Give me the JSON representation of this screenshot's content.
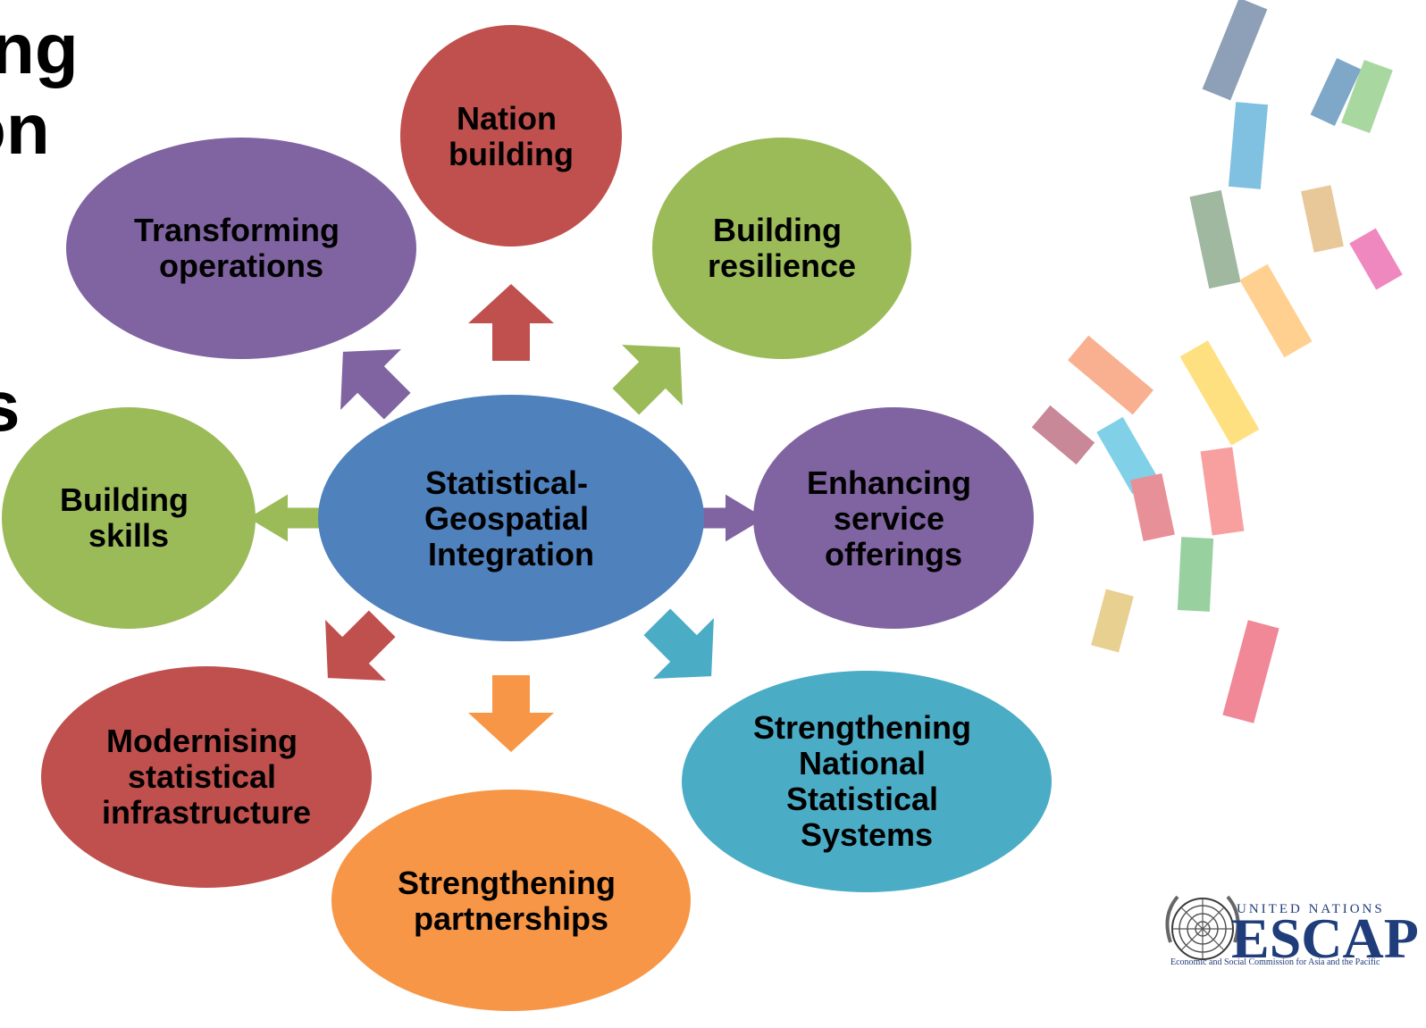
{
  "title_fragments": [
    "ng",
    "on",
    "s"
  ],
  "center": {
    "lines": [
      "Statistical-",
      "Geospatial",
      "Integration"
    ],
    "color": "#4f81bd"
  },
  "nodes": [
    {
      "id": "nation-building",
      "lines": [
        "Nation",
        "building"
      ],
      "color": "#c0504d",
      "arrow_color": "#c0504d"
    },
    {
      "id": "building-resilience",
      "lines": [
        "Building",
        "resilience"
      ],
      "color": "#9bbb59",
      "arrow_color": "#9bbb59"
    },
    {
      "id": "enhancing-service-offerings",
      "lines": [
        "Enhancing",
        "service",
        "offerings"
      ],
      "color": "#8064a2",
      "arrow_color": "#8064a2"
    },
    {
      "id": "strengthening-nss",
      "lines": [
        "Strengthening",
        "National",
        "Statistical",
        "Systems"
      ],
      "color": "#4bacc6",
      "arrow_color": "#4bacc6"
    },
    {
      "id": "strengthening-partnerships",
      "lines": [
        "Strengthening",
        "partnerships"
      ],
      "color": "#f79646",
      "arrow_color": "#f79646"
    },
    {
      "id": "modernising-infrastructure",
      "lines": [
        "Modernising",
        "statistical",
        "infrastructure"
      ],
      "color": "#c0504d",
      "arrow_color": "#c0504d"
    },
    {
      "id": "building-skills",
      "lines": [
        "Building",
        "skills"
      ],
      "color": "#9bbb59",
      "arrow_color": "#9bbb59"
    },
    {
      "id": "transforming-operations",
      "lines": [
        "Transforming",
        "operations"
      ],
      "color": "#8064a2",
      "arrow_color": "#8064a2"
    }
  ],
  "logo": {
    "top_text": "UNITED NATIONS",
    "main_text": "ESCAP",
    "caption": "Economic and Social Commission for Asia and the Pacific",
    "emblem": "un-emblem-icon"
  },
  "decoration": {
    "name": "colored-arc-segments",
    "colors": [
      "#8da0b8",
      "#7fa8c8",
      "#a8d8a0",
      "#80c0e0",
      "#e8c898",
      "#a0b8a0",
      "#f088c0",
      "#ffd090",
      "#f8b090",
      "#ffe080",
      "#c88898",
      "#80d0e8",
      "#e89098",
      "#f8a0a0",
      "#98d0a0",
      "#e8d090",
      "#f08898"
    ]
  }
}
